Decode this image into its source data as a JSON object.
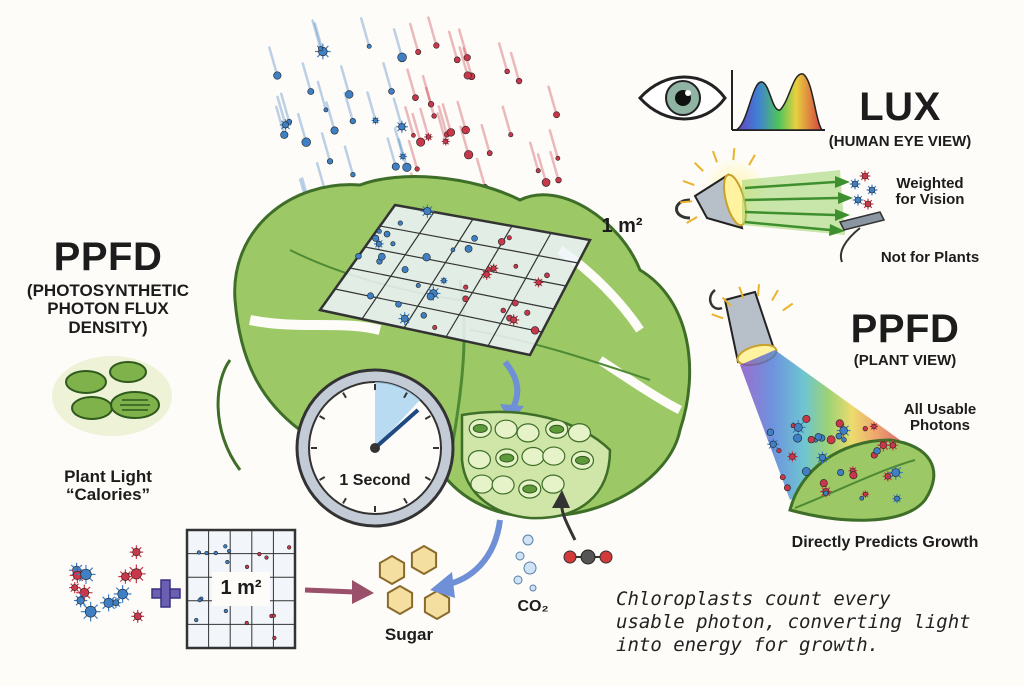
{
  "left": {
    "title": "PPFD",
    "subtitle_lines": [
      "(PHOTOSYNTHETIC",
      "PHOTON FLUX",
      "DENSITY)"
    ],
    "calories_lines": [
      "Plant Light",
      "“Calories”"
    ]
  },
  "center": {
    "area_label": "1 m²",
    "clock_label": "1 Second",
    "grid_label": "1 m²",
    "sugar_label": "Sugar",
    "co2_label": "CO₂"
  },
  "lux": {
    "title": "LUX",
    "subtitle": "(HUMAN EYE VIEW)",
    "weighted_lines": [
      "Weighted",
      "for Vision"
    ],
    "not_for_plants": "Not for Plants"
  },
  "ppfd_plant": {
    "title": "PPFD",
    "subtitle": "(PLANT VIEW)",
    "usable_lines": [
      "All Usable",
      "Photons"
    ],
    "predicts": "Directly Predicts Growth"
  },
  "caption_lines": [
    "Chloroplasts count every",
    "usable photon, converting light",
    "into energy for growth."
  ],
  "colors": {
    "leaf": "#8fbf5a",
    "leaf_dark": "#4f8a34",
    "blue_photon": "#3f7fc4",
    "red_photon": "#c8384a",
    "arrow": "#6f8fd6"
  }
}
